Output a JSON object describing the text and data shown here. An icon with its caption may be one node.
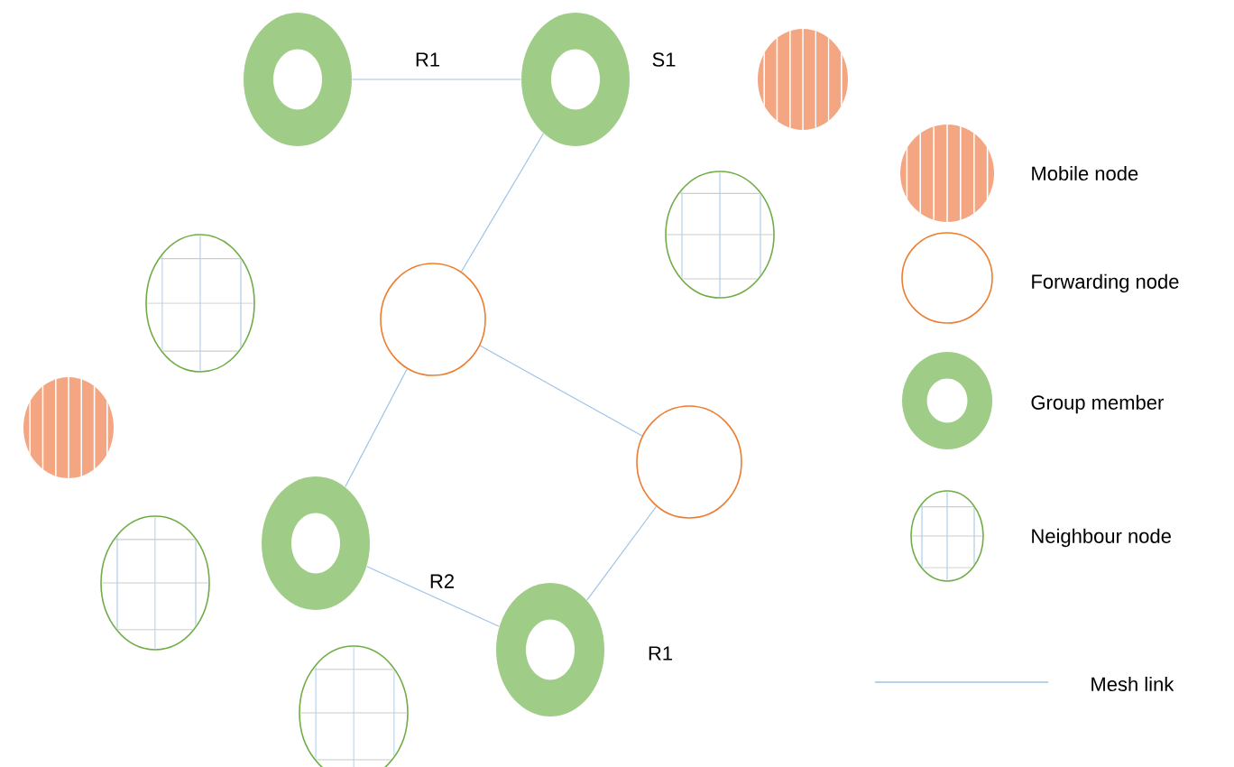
{
  "diagram": {
    "nodes": [
      {
        "text": [],
        "shape": "ring",
        "beside": [
          "R1"
        ]
      },
      {
        "text": [],
        "shape": "ring",
        "beside": [
          "S1"
        ]
      },
      {
        "text": [],
        "shape": "striped-circle"
      },
      {
        "text": [],
        "shape": "grid-circle"
      },
      {
        "text": [],
        "shape": "grid-circle"
      },
      {
        "text": [],
        "shape": "circle"
      },
      {
        "text": [],
        "shape": "striped-circle"
      },
      {
        "text": [],
        "shape": "circle"
      },
      {
        "text": [],
        "shape": "ring",
        "beside": [
          "R2"
        ]
      },
      {
        "text": [],
        "shape": "grid-circle"
      },
      {
        "text": [],
        "shape": "ring",
        "beside": [
          "R1"
        ]
      },
      {
        "text": [],
        "shape": "grid-circle"
      }
    ],
    "edges": [
      {
        "from": 0,
        "to": 1,
        "arrow": "none"
      },
      {
        "from": 1,
        "to": 5,
        "arrow": "none"
      },
      {
        "from": 5,
        "to": 8,
        "arrow": "none"
      },
      {
        "from": 5,
        "to": 7,
        "arrow": "none"
      },
      {
        "from": 7,
        "to": 10,
        "arrow": "none"
      },
      {
        "from": 8,
        "to": 10,
        "arrow": "none"
      }
    ],
    "legend": [
      {
        "text": "Mobile node"
      },
      {
        "text": "Forwarding node"
      },
      {
        "text": "Group member"
      },
      {
        "text": "Neighbour node"
      },
      {
        "text": "Mesh link"
      }
    ]
  }
}
